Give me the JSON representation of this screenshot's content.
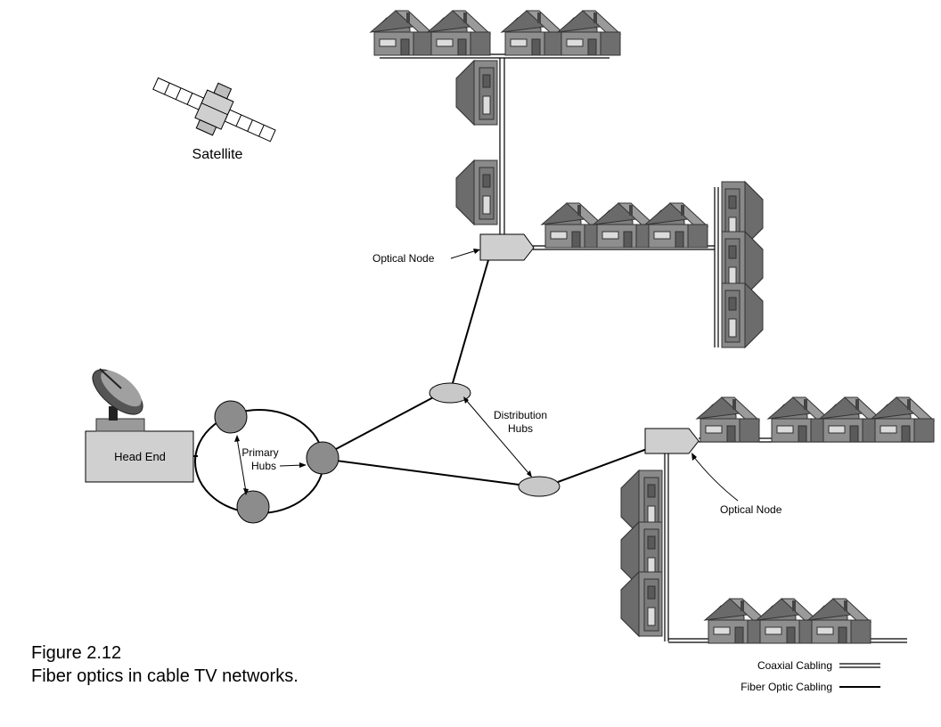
{
  "labels": {
    "satellite": "Satellite",
    "head_end": "Head End",
    "primary_hubs_line1": "Primary",
    "primary_hubs_line2": "Hubs",
    "distribution_hubs_line1": "Distribution",
    "distribution_hubs_line2": "Hubs",
    "optical_node_top": "Optical Node",
    "optical_node_bottom": "Optical Node"
  },
  "legend": {
    "coaxial": "Coaxial Cabling",
    "fiber": "Fiber Optic Cabling"
  },
  "caption": {
    "figure": "Figure 2.12",
    "text": "Fiber optics in cable TV networks."
  },
  "colors": {
    "house": "#8a8a8a",
    "house_dark": "#5e5e5e",
    "hub": "#8c8c8c",
    "distribution_hub": "#c8c8c8",
    "node": "#cfcfcf",
    "head_end": "#d0d0d0"
  },
  "icons": [
    "satellite-icon",
    "satellite-dish-icon",
    "house-icon"
  ]
}
